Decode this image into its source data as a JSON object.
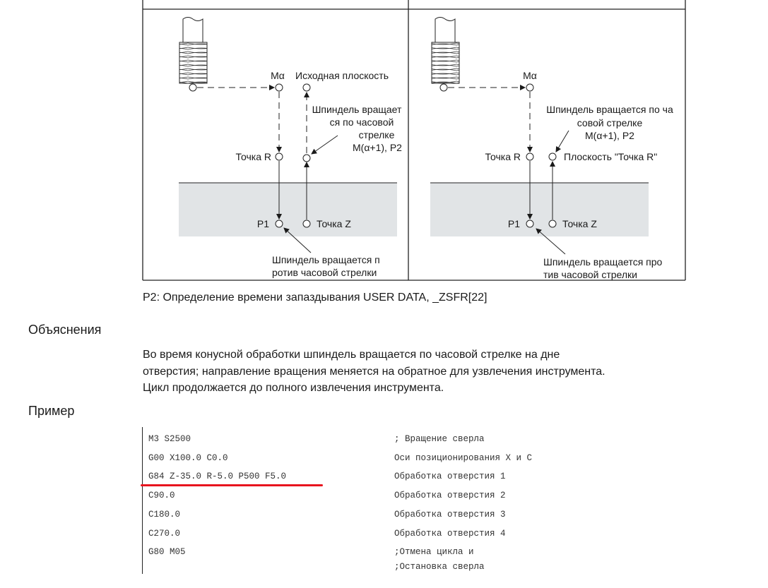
{
  "figure": {
    "left": {
      "m_alpha": "Mα",
      "initial_plane": "Исходная плоскость",
      "point_r": "Точка R",
      "p1": "P1",
      "point_z": "Точка Z",
      "cw_note": [
        "Шпиндель вращает",
        "ся по часовой",
        "стрелке",
        "M(α+1), P2"
      ],
      "ccw_note": [
        "Шпиндель вращается п",
        "ротив часовой стрелки"
      ]
    },
    "right": {
      "m_alpha": "Mα",
      "point_r": "Точка R",
      "r_plane": "Плоскость \"Точка R\"",
      "p1": "P1",
      "point_z": "Точка Z",
      "cw_note": [
        "Шпиндель вращается по ча",
        "совой стрелке",
        "M(α+1), P2"
      ],
      "ccw_note": [
        "Шпиндель вращается про",
        "тив часовой стрелки"
      ]
    },
    "caption": "P2: Определение времени запаздывания USER DATA, _ZSFR[22]"
  },
  "explanation": {
    "heading": "Объяснения",
    "lines": [
      "Во время конусной обработки шпиндель вращается по часовой стрелке на дне",
      "отверстия; направление вращения меняется на обратное для узвлечения инструмента.",
      "Цикл продолжается до полного извлечения инструмента."
    ]
  },
  "example": {
    "heading": "Пример",
    "rows": [
      {
        "code": "M3 S2500",
        "comment": "; Вращение сверла"
      },
      {
        "code": "G00 X100.0 C0.0",
        "comment": "Оси позиционирования X и C"
      },
      {
        "code": "G84 Z-35.0 R-5.0 P500 F5.0",
        "comment": "Обработка отверстия 1"
      },
      {
        "code": "C90.0",
        "comment": "Обработка отверстия 2"
      },
      {
        "code": "C180.0",
        "comment": "Обработка отверстия 3"
      },
      {
        "code": "C270.0",
        "comment": "Обработка отверстия 4"
      },
      {
        "code": "G80 M05",
        "comment": ";Отмена цикла и"
      },
      {
        "code": "",
        "comment": ";Остановка сверла"
      }
    ],
    "highlight_color": "#e8141e"
  }
}
